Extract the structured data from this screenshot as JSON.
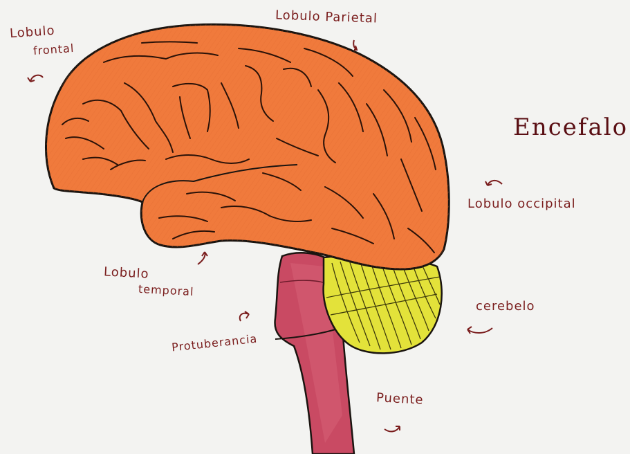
{
  "title": "Encefalo",
  "labels": {
    "frontal_line1": "Lobulo",
    "frontal_line2": "frontal",
    "parietal": "Lobulo Parietal",
    "occipital": "Lobulo occipital",
    "temporal_line1": "Lobulo",
    "temporal_line2": "temporal",
    "cerebelo": "cerebelo",
    "protuberancia": "Protuberancia",
    "puente": "Puente"
  },
  "colors": {
    "cerebrum_fill": "#f07a3c",
    "cerebrum_dark": "#d85f22",
    "cerebellum_fill": "#e3e23a",
    "brainstem_fill": "#c94a63",
    "outline": "#1a1410",
    "ink": "#7a1d1d"
  },
  "icons": {
    "frontal_arrow": "curved-arrow-icon",
    "parietal_arrow": "curved-arrow-icon",
    "occipital_arrow": "curved-arrow-icon",
    "temporal_arrow": "curved-arrow-icon",
    "cerebelo_arrow": "curved-arrow-icon",
    "protuberancia_arrow": "curved-arrow-icon",
    "puente_arrow": "curved-arrow-icon"
  }
}
